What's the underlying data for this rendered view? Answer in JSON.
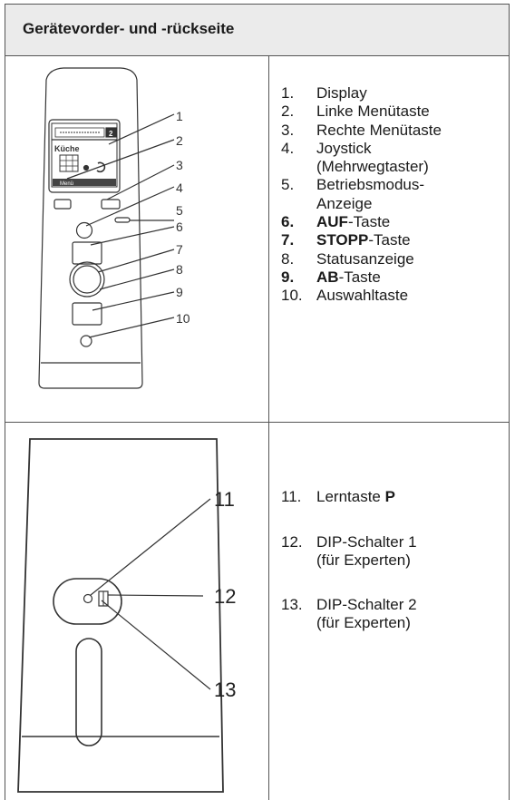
{
  "section_title": "Gerätevorder- und -rückseite",
  "front": {
    "display_location": "Küche",
    "display_number": "2",
    "display_menu_label": "Menü",
    "callouts": [
      "1",
      "2",
      "3",
      "4",
      "5",
      "6",
      "7",
      "8",
      "9",
      "10"
    ],
    "items": [
      {
        "num": "1.",
        "text": "Display",
        "bold_num": false
      },
      {
        "num": "2.",
        "text": "Linke Menütaste",
        "bold_num": false
      },
      {
        "num": "3.",
        "text": "Rechte Menütaste",
        "bold_num": false
      },
      {
        "num": "4.",
        "text": "Joystick",
        "bold_num": false
      },
      {
        "num": "",
        "text": "(Mehrwegtaster)",
        "bold_num": false
      },
      {
        "num": "5.",
        "text": "Betriebsmodus-",
        "bold_num": false
      },
      {
        "num": "",
        "text": "Anzeige",
        "bold_num": false
      },
      {
        "num": "6.",
        "text_bold": "AUF",
        "text_rest": "-Taste",
        "bold_num": true
      },
      {
        "num": "7.",
        "text_bold": "STOPP",
        "text_rest": "-Taste",
        "bold_num": true
      },
      {
        "num": "8.",
        "text": "Statusanzeige",
        "bold_num": false
      },
      {
        "num": "9.",
        "text_bold": "AB",
        "text_rest": "-Taste",
        "bold_num": true
      },
      {
        "num": "10.",
        "text": "Auswahltaste",
        "bold_num": false
      }
    ]
  },
  "back": {
    "callouts": [
      "11",
      "12",
      "13"
    ],
    "items": [
      {
        "num": "11.",
        "line1": "Lerntaste ",
        "line1_bold": "P",
        "line2": ""
      },
      {
        "num": "12.",
        "line1": "DIP-Schalter 1",
        "line1_bold": "",
        "line2": "(für Experten)"
      },
      {
        "num": "13.",
        "line1": "DIP-Schalter 2",
        "line1_bold": "",
        "line2": "(für Experten)"
      }
    ]
  }
}
